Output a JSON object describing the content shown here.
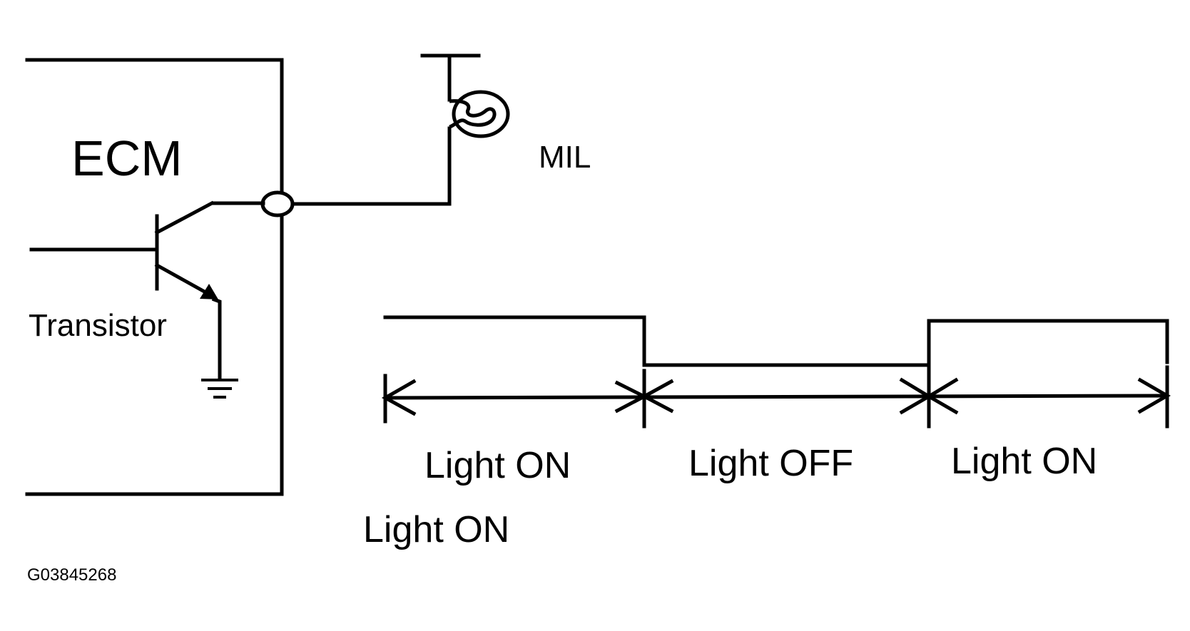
{
  "labels": {
    "ecm": "ECM",
    "mil": "MIL",
    "transistor": "Transistor",
    "figure_code": "G03845268"
  },
  "timing": {
    "segments": [
      {
        "label": "Light ON",
        "state": "high"
      },
      {
        "label": "Light OFF",
        "state": "low"
      },
      {
        "label": "Light ON",
        "state": "high"
      }
    ],
    "extra_label": "Light ON"
  },
  "colors": {
    "line": "#000000",
    "background": "#ffffff"
  }
}
